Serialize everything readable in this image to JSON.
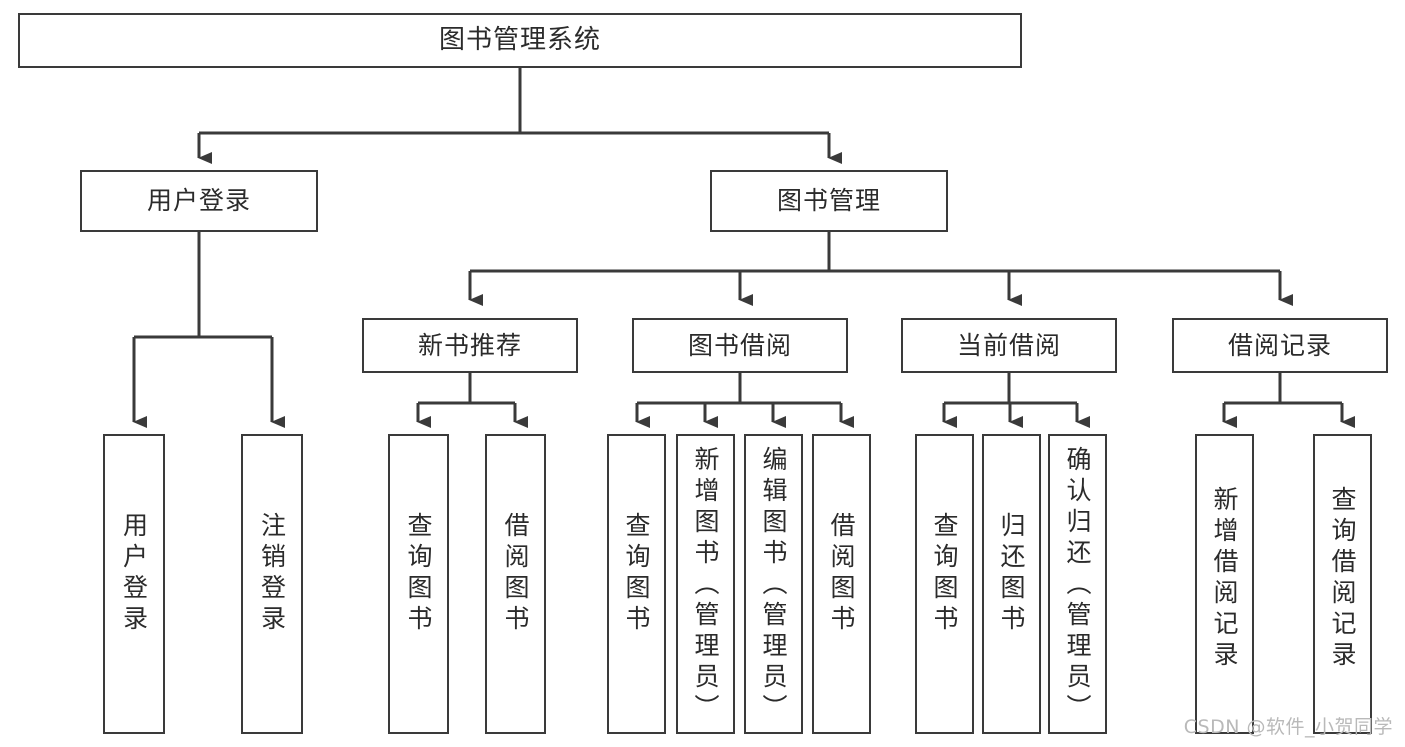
{
  "diagram": {
    "title": "图书管理系统",
    "kind": "tree-hierarchy-chart",
    "watermark": "CSDN @软件_小贺同学",
    "colors": {
      "node_border": "#3a3a3a",
      "node_fill": "#ffffff",
      "edge": "#3a3a3a",
      "text": "#2b2b2b",
      "watermark": "#b9b9b9",
      "background": "#ffffff"
    },
    "levels": {
      "root": {
        "label": "图书管理系统"
      },
      "level2": [
        {
          "id": "user-login",
          "label": "用户登录"
        },
        {
          "id": "book-manage",
          "label": "图书管理"
        }
      ],
      "level3": [
        {
          "id": "new-book-recommend",
          "label": "新书推荐",
          "parent": "book-manage"
        },
        {
          "id": "book-borrow",
          "label": "图书借阅",
          "parent": "book-manage"
        },
        {
          "id": "current-borrow",
          "label": "当前借阅",
          "parent": "book-manage"
        },
        {
          "id": "borrow-record",
          "label": "借阅记录",
          "parent": "book-manage"
        }
      ],
      "leaves": [
        {
          "id": "leaf-user-login",
          "label": "用户登录",
          "parent": "user-login"
        },
        {
          "id": "leaf-logout-login",
          "label": "注销登录",
          "parent": "user-login"
        },
        {
          "id": "leaf-query-book-1",
          "label": "查询图书",
          "parent": "new-book-recommend"
        },
        {
          "id": "leaf-borrow-book-1",
          "label": "借阅图书",
          "parent": "new-book-recommend"
        },
        {
          "id": "leaf-query-book-2",
          "label": "查询图书",
          "parent": "book-borrow"
        },
        {
          "id": "leaf-add-book-admin",
          "label": "新增图书（管理员）",
          "parent": "book-borrow"
        },
        {
          "id": "leaf-edit-book-admin",
          "label": "编辑图书（管理员）",
          "parent": "book-borrow"
        },
        {
          "id": "leaf-borrow-book-2",
          "label": "借阅图书",
          "parent": "book-borrow"
        },
        {
          "id": "leaf-query-book-3",
          "label": "查询图书",
          "parent": "current-borrow"
        },
        {
          "id": "leaf-return-book",
          "label": "归还图书",
          "parent": "current-borrow"
        },
        {
          "id": "leaf-confirm-return-admin",
          "label": "确认归还（管理员）",
          "parent": "current-borrow"
        },
        {
          "id": "leaf-add-borrow-record",
          "label": "新增借阅记录",
          "parent": "borrow-record"
        },
        {
          "id": "leaf-query-borrow-record",
          "label": "查询借阅记录",
          "parent": "borrow-record"
        }
      ]
    }
  }
}
